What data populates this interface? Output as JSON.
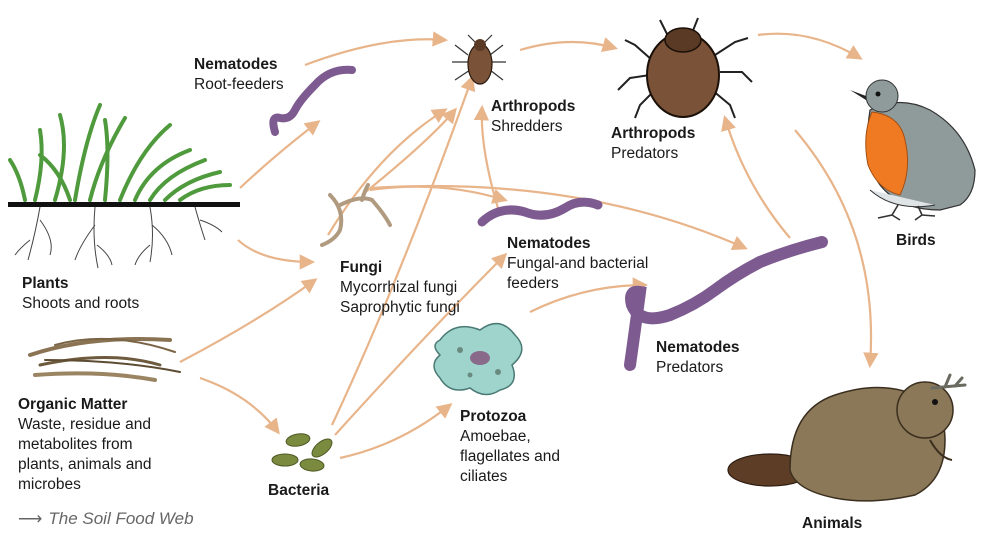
{
  "nodes": {
    "plants": {
      "title": "Plants",
      "lines": [
        "Shoots and roots"
      ]
    },
    "organic_matter": {
      "title": "Organic Matter",
      "lines": [
        "Waste, residue and",
        "metabolites from",
        "plants, animals and",
        "microbes"
      ]
    },
    "nematodes_root": {
      "title": "Nematodes",
      "lines": [
        "Root-feeders"
      ]
    },
    "fungi": {
      "title": "Fungi",
      "lines": [
        "Mycorrhizal fungi",
        "Saprophytic fungi"
      ]
    },
    "bacteria": {
      "title": "Bacteria",
      "lines": []
    },
    "arthropods_shredders": {
      "title": "Arthropods",
      "lines": [
        "Shredders"
      ]
    },
    "nematodes_fb": {
      "title": "Nematodes",
      "lines": [
        "Fungal-and bacterial",
        "feeders"
      ]
    },
    "protozoa": {
      "title": "Protozoa",
      "lines": [
        "Amoebae,",
        "flagellates and",
        "ciliates"
      ]
    },
    "arthropods_predators": {
      "title": "Arthropods",
      "lines": [
        "Predators"
      ]
    },
    "nematodes_predators": {
      "title": "Nematodes",
      "lines": [
        "Predators"
      ]
    },
    "birds": {
      "title": "Birds",
      "lines": []
    },
    "animals": {
      "title": "Animals",
      "lines": []
    }
  },
  "caption": {
    "arrow": "⟶",
    "text": "The Soil Food Web"
  },
  "colors": {
    "arrow": "#e8b48a",
    "worm": "#7d5a8f",
    "grass": "#4f9a3c",
    "robin_breast": "#f07a22",
    "robin_back": "#8f9a9a",
    "beaver": "#8a7858",
    "arthropod": "#7a5238",
    "protozoa": "#9fd4cd",
    "bacteria": "#7a8a3e"
  }
}
